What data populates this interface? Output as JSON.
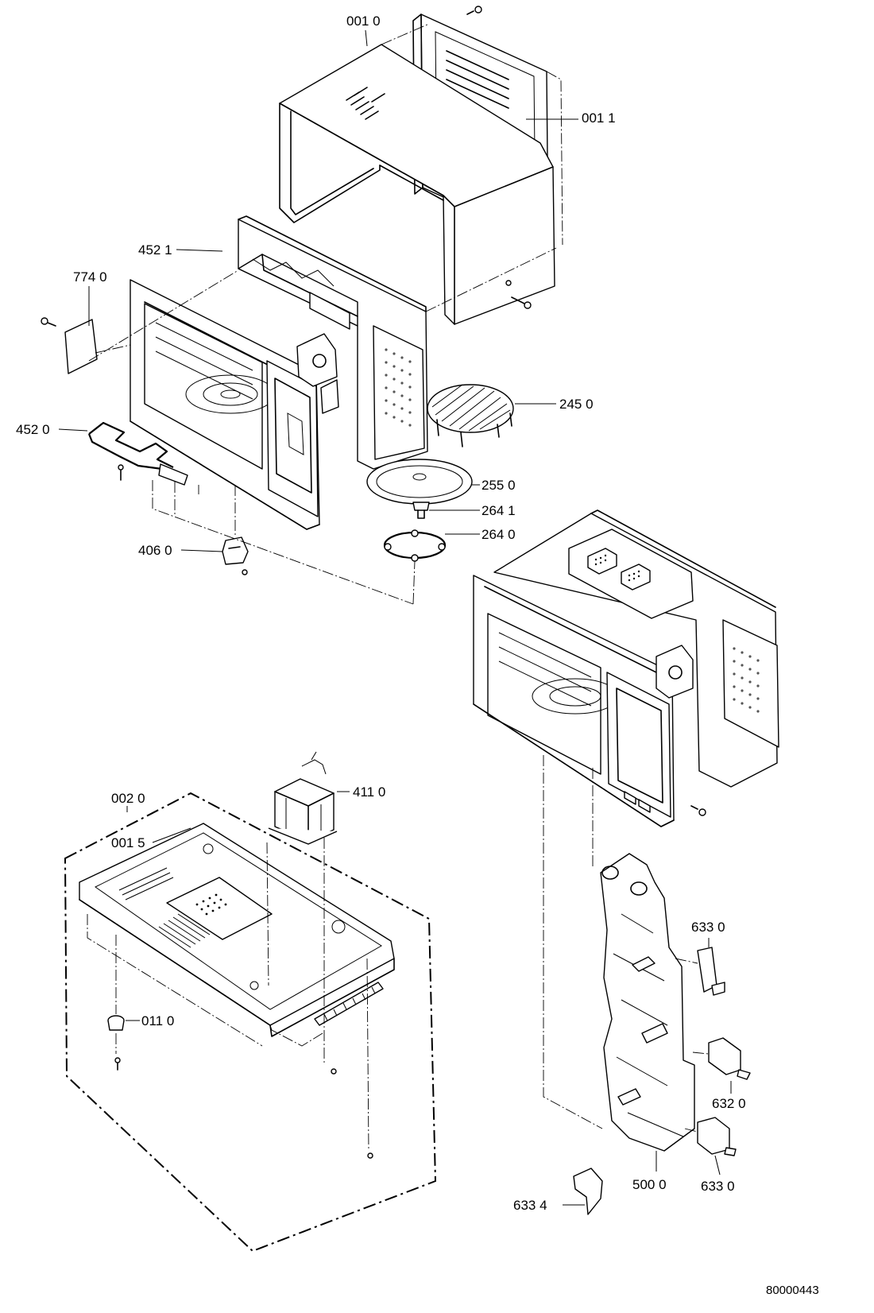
{
  "labels": {
    "p0010": "001 0",
    "p0011": "001 1",
    "p4521": "452 1",
    "p7740": "774 0",
    "p4520": "452 0",
    "p2450": "245 0",
    "p2550": "255 0",
    "p2641": "264 1",
    "p2640": "264 0",
    "p4060": "406 0",
    "p4110": "411 0",
    "p0020": "002 0",
    "p0015": "001 5",
    "p0110": "011 0",
    "p6330a": "633 0",
    "p6320": "632 0",
    "p6330b": "633 0",
    "p5000": "500 0",
    "p6334": "633 4"
  },
  "document_id": "80000443",
  "colors": {
    "ink": "#000000",
    "paper": "#ffffff"
  }
}
